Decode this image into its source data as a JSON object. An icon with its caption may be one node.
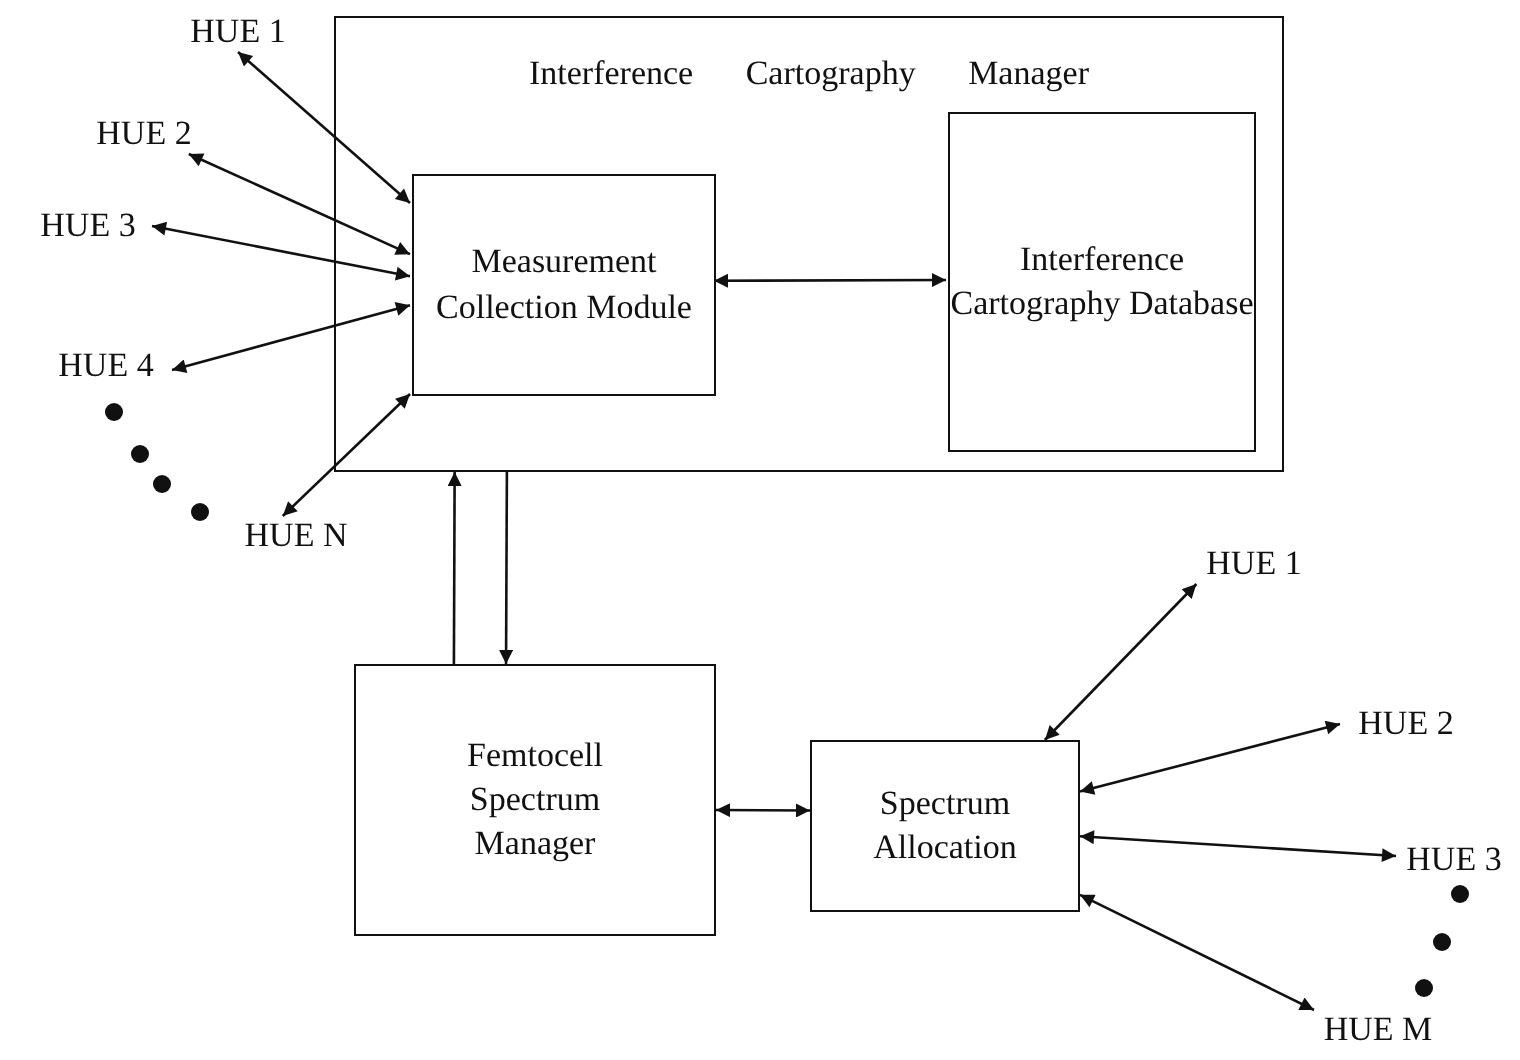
{
  "diagram": {
    "nodes": [
      {
        "text": [
          "Interference Cartography Manager"
        ]
      },
      {
        "text": [
          "Measurement Collection Module"
        ],
        "in": 0
      },
      {
        "text": [
          "Interference Cartography Database"
        ],
        "in": 0
      },
      {
        "text": [
          "HUE 1"
        ]
      },
      {
        "text": [
          "HUE 2"
        ]
      },
      {
        "text": [
          "HUE 3"
        ]
      },
      {
        "text": [
          "HUE 4"
        ]
      },
      {
        "text": [
          "HUE N"
        ]
      },
      {
        "text": [
          "Femtocell Spectrum Manager"
        ]
      },
      {
        "text": [
          "Spectrum Allocation"
        ]
      },
      {
        "text": [
          "HUE 1"
        ]
      },
      {
        "text": [
          "HUE 2"
        ]
      },
      {
        "text": [
          "HUE 3"
        ]
      },
      {
        "text": [
          "HUE M"
        ]
      }
    ],
    "edges": [
      {
        "from": 3,
        "to": 1,
        "arrow": "both"
      },
      {
        "from": 4,
        "to": 1,
        "arrow": "both"
      },
      {
        "from": 5,
        "to": 1,
        "arrow": "both"
      },
      {
        "from": 6,
        "to": 1,
        "arrow": "both"
      },
      {
        "from": 7,
        "to": 1,
        "arrow": "both"
      },
      {
        "from": 1,
        "to": 2,
        "arrow": "both"
      },
      {
        "from": 8,
        "to": 0,
        "arrow": "to"
      },
      {
        "from": 0,
        "to": 8,
        "arrow": "to"
      },
      {
        "from": 8,
        "to": 9,
        "arrow": "both"
      },
      {
        "from": 9,
        "to": 10,
        "arrow": "both"
      },
      {
        "from": 9,
        "to": 11,
        "arrow": "both"
      },
      {
        "from": 9,
        "to": 12,
        "arrow": "both"
      },
      {
        "from": 9,
        "to": 13,
        "arrow": "both"
      }
    ]
  }
}
